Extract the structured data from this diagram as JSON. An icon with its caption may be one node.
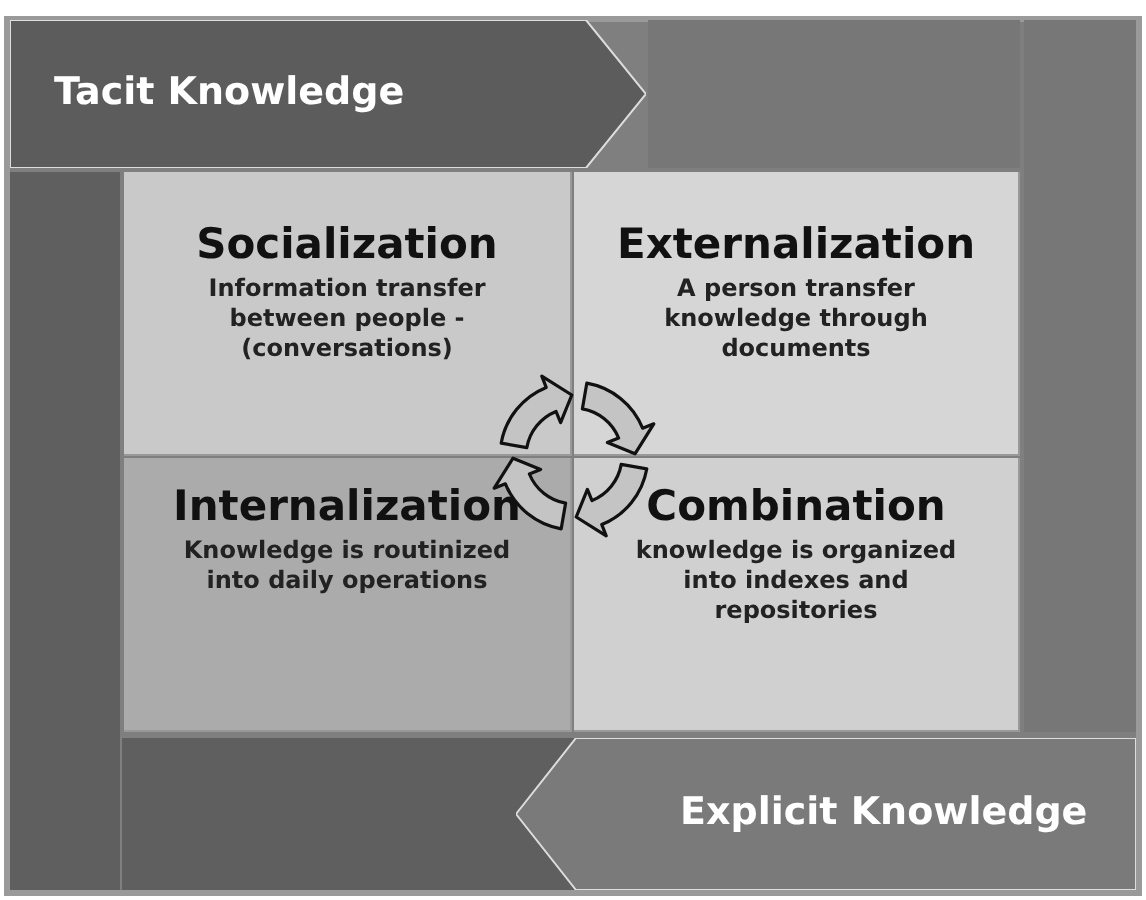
{
  "diagram": {
    "nodes": [
      {
        "text": [
          "Tacit Knowledge"
        ]
      },
      {
        "text": [],
        "shape": "bar"
      },
      {
        "text": [],
        "shape": "bar"
      },
      {
        "text": [],
        "shape": "bar"
      },
      {
        "text": [
          "Socialization",
          "Information transfer between people - (conversations)"
        ]
      },
      {
        "text": [
          "Externalization",
          "A person transfer knowledge through documents"
        ]
      },
      {
        "text": [
          "Internalization",
          "Knowledge is routinized into daily operations"
        ]
      },
      {
        "text": [
          "Combination",
          "knowledge is organized into indexes and repositories"
        ]
      },
      {
        "text": [],
        "shape": "bar"
      },
      {
        "text": [
          "Explicit Knowledge"
        ]
      }
    ]
  }
}
